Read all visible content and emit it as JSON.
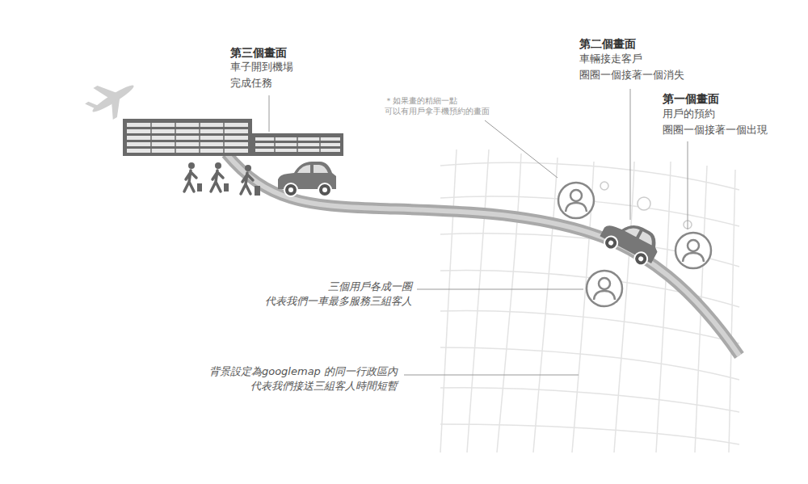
{
  "diagram": {
    "labels": [
      "第三個畫面",
      "車子開到機場 完成任務",
      "＊如果畫的精細一點 可以有用戶拿手機預約的畫面",
      "第二個畫面",
      "車輛接走客戶 圈圈一個接著一個消失",
      "第一個畫面",
      "用戶的預約 圈圈一個接著一個出現",
      "三個用戶各成一圈 代表我們一車最多服務三組客人",
      "背景設定為googlemap 的同一行政區內 代表我們接送三組客人時間短暫"
    ]
  }
}
